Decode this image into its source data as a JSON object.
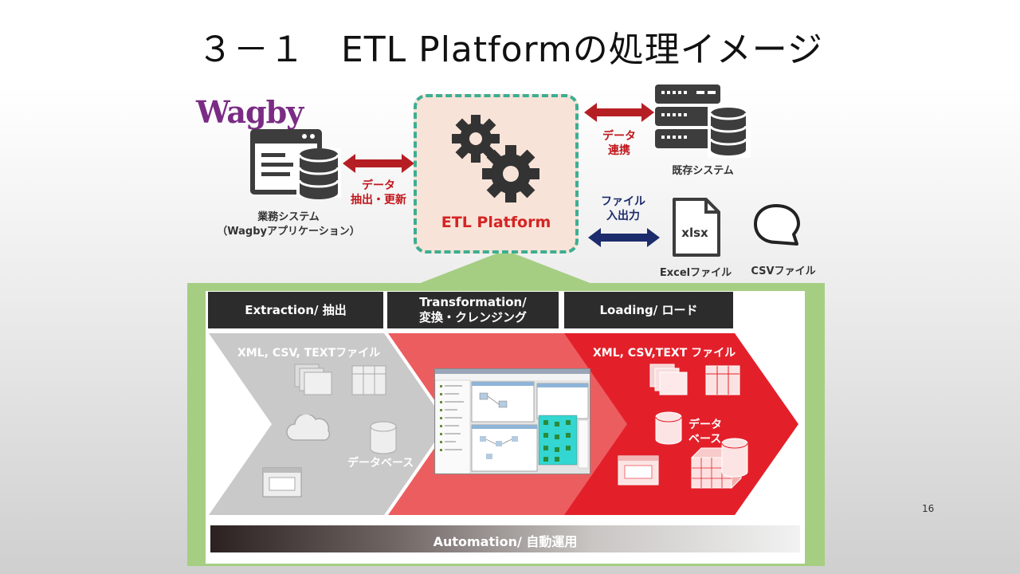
{
  "title": "３－１　ETL Platformの処理イメージ",
  "wagby": {
    "logo": "Wagby",
    "caption_line1": "業務システム",
    "caption_line2": "（Wagbyアプリケーション）"
  },
  "link_wagby": {
    "line1": "データ",
    "line2": "抽出・更新"
  },
  "etl_platform": {
    "label": "ETL Platform"
  },
  "link_existing": {
    "line1": "データ",
    "line2": "連携"
  },
  "existing_system": {
    "caption": "既存システム"
  },
  "link_file": {
    "line1": "ファイル",
    "line2": "入出力"
  },
  "excel": {
    "icon_text": "xlsx",
    "caption": "Excelファイル"
  },
  "csv": {
    "caption": "CSVファイル"
  },
  "phases": [
    {
      "line1": "Extraction/ 抽出",
      "line2": ""
    },
    {
      "line1": "Transformation/",
      "line2": "変換・クレンジング"
    },
    {
      "line1": "Loading/ ロード",
      "line2": ""
    }
  ],
  "extraction": {
    "files_label": "XML, CSV, TEXTファイル",
    "db_label": "データベース"
  },
  "loading": {
    "files_label": "XML, CSV,TEXT ファイル",
    "db_line1": "データ",
    "db_line2": "ベース"
  },
  "automation": {
    "label": "Automation/ 自動運用"
  },
  "page_number": "16",
  "colors": {
    "dashed_border": "#3cae91",
    "etl_box_fill": "#f8e3d8",
    "red_arrow": "#b51f24",
    "blue_arrow": "#1c2c6c",
    "green_panel": "#a5ce82",
    "loading_red": "#e3202a",
    "transform_red": "#ec5d60",
    "extraction_gray": "#c9c9c9",
    "wagby_purple": "#7a2c84"
  },
  "icons": [
    "window-database-icon",
    "gears-icon",
    "server-rack-icon",
    "database-icon",
    "xlsx-file-icon",
    "speech-bubble-icon",
    "file-stack-icon",
    "table-grid-icon",
    "cloud-icon",
    "cylinder-db-icon",
    "form-icon",
    "cube-grid-icon"
  ]
}
